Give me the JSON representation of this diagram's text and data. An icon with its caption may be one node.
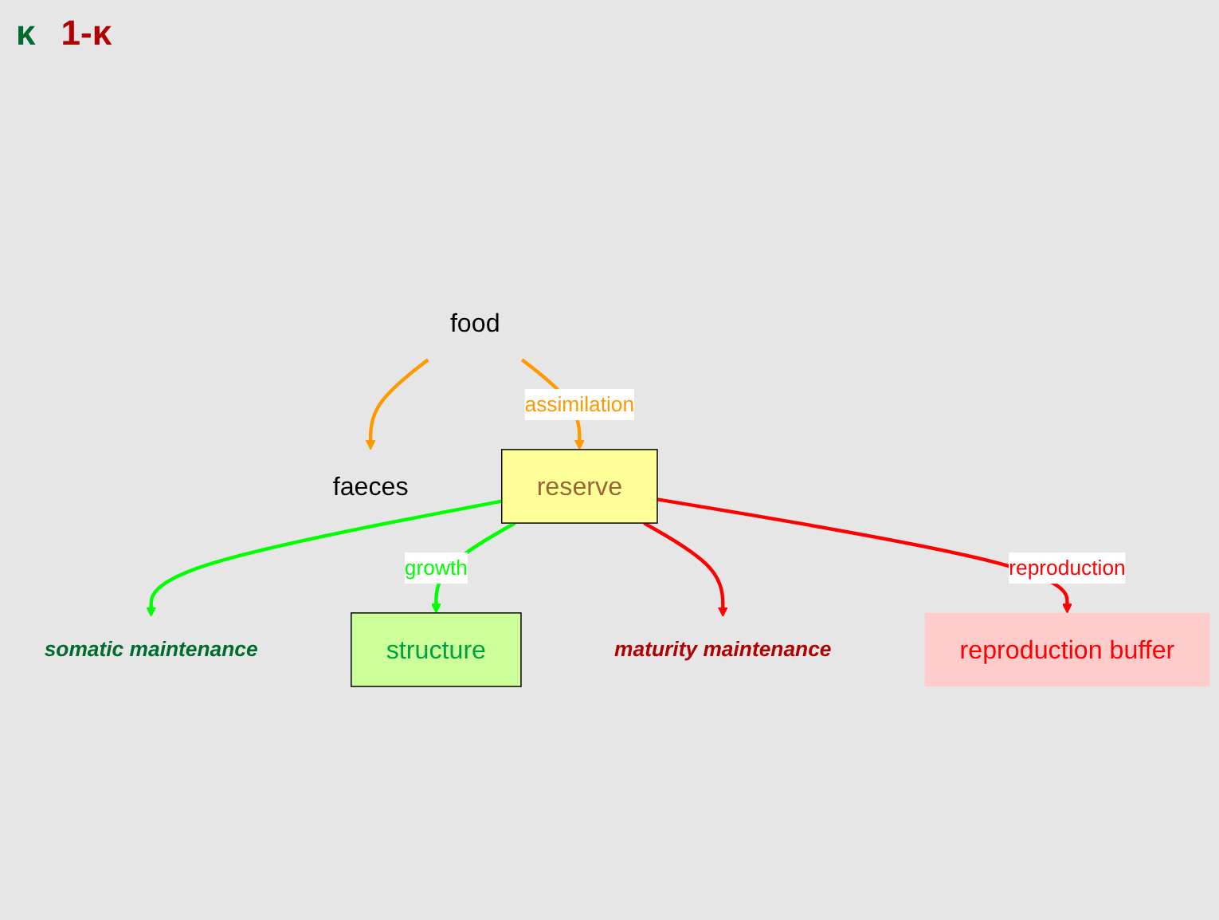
{
  "diagram": {
    "nodes": [
      {
        "text": [
          "food"
        ]
      },
      {
        "text": [
          "faeces"
        ]
      },
      {
        "text": [
          "reserve"
        ]
      },
      {
        "text": [
          "somatic maintenance"
        ]
      },
      {
        "text": [
          "maturity maintenance"
        ]
      },
      {
        "text": [
          "structure"
        ]
      },
      {
        "text": [
          "reproduction buffer"
        ]
      }
    ],
    "edges": [
      {
        "from": 0,
        "to": 1,
        "arrow": "to",
        "color": "#ff9900"
      },
      {
        "from": 0,
        "to": 2,
        "arrow": "to",
        "label": "assimilation",
        "color": "#ff9900"
      },
      {
        "from": 2,
        "to": 3,
        "arrow": "to",
        "color": "#00ff00"
      },
      {
        "from": 2,
        "to": 5,
        "arrow": "to",
        "label": "growth",
        "color": "#00ff00"
      },
      {
        "from": 2,
        "to": 4,
        "arrow": "to",
        "color": "#ff0000"
      },
      {
        "from": 2,
        "to": 6,
        "arrow": "to",
        "label": "reproduction",
        "color": "#ff0000"
      }
    ],
    "labels": [
      "κ",
      "1-κ"
    ]
  }
}
